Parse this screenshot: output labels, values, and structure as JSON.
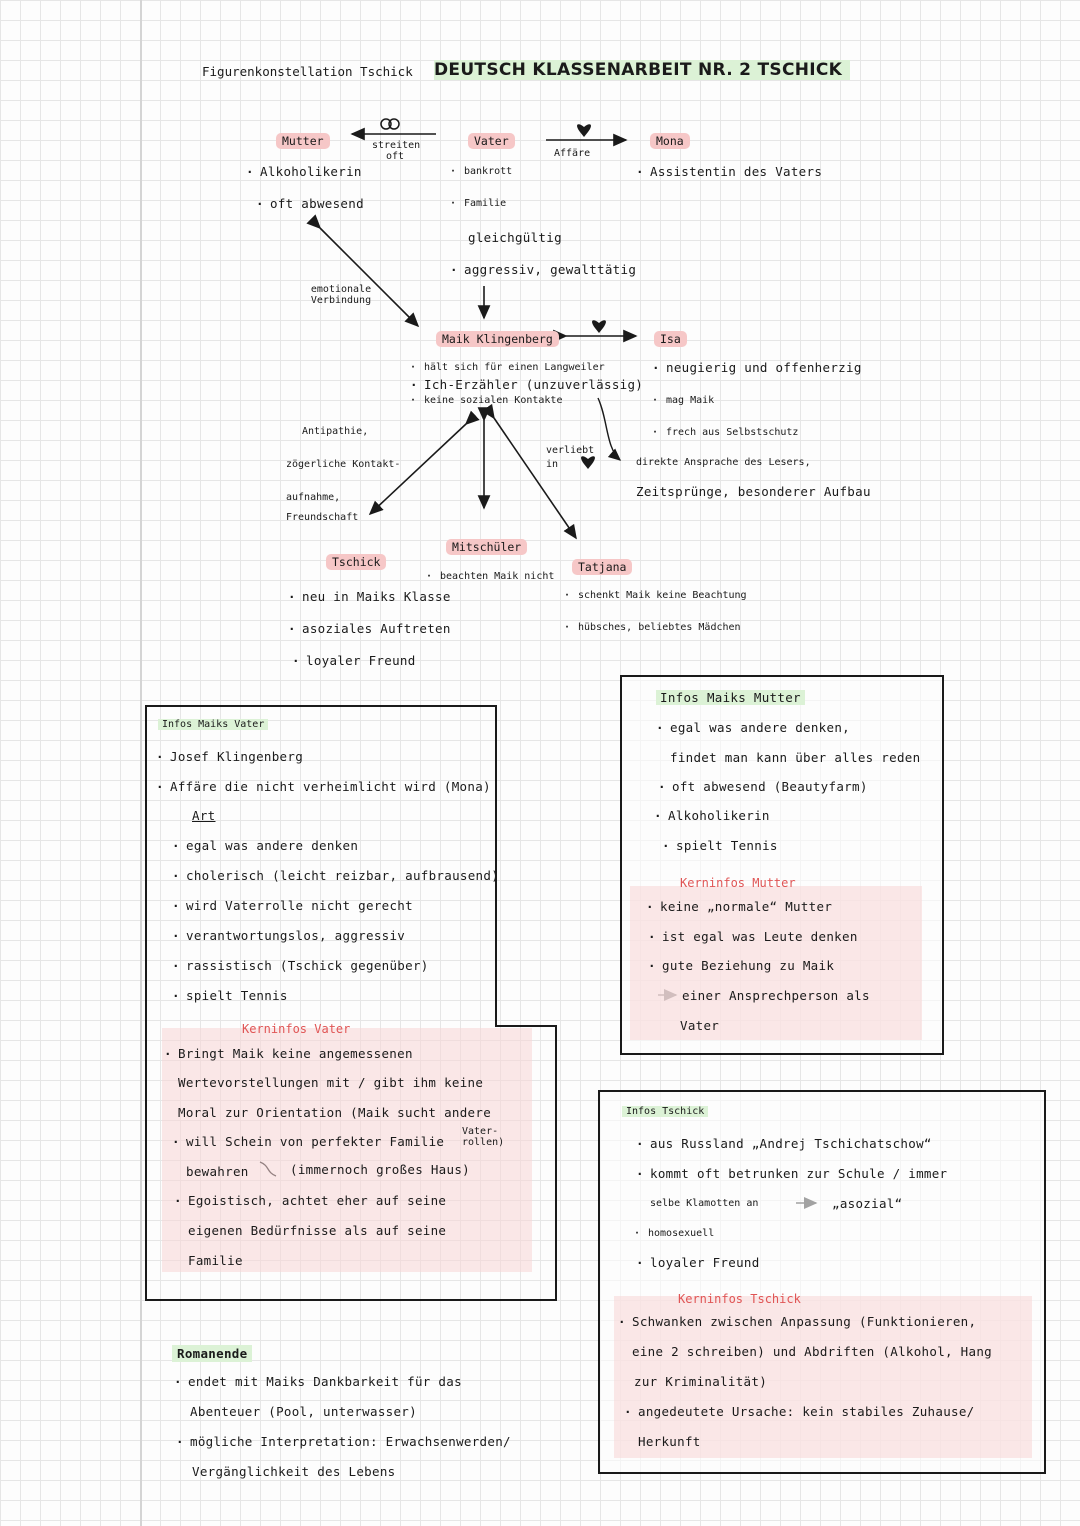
{
  "header": {
    "subtitle": "Figurenkonstellation Tschick",
    "title": "DEUTSCH KLASSENARBEIT NR. 2 TSCHICK"
  },
  "diagram": {
    "mutter": {
      "label": "Mutter",
      "traits": [
        "Alkoholikerin",
        "oft abwesend"
      ]
    },
    "rel_mutter_vater": "streiten oft",
    "vater": {
      "label": "Vater",
      "traits": [
        "bankrott",
        "Familie",
        "gleichgültig",
        "aggressiv, gewalttätig"
      ]
    },
    "rel_vater_mona": "Affäre",
    "mona": {
      "label": "Mona",
      "traits": [
        "Assistentin des Vaters"
      ]
    },
    "rel_mutter_maik": "emotionale Verbindung",
    "maik": {
      "label": "Maik Klingenberg",
      "traits": [
        "hält sich für einen Langweiler",
        "Ich-Erzähler (unzuverlässig)",
        "keine sozialen Kontakte"
      ]
    },
    "isa": {
      "label": "Isa",
      "traits": [
        "neugierig und offenherzig",
        "mag Maik",
        "frech aus Selbstschutz"
      ]
    },
    "erzaehl": [
      "direkte Ansprache des Lesers,",
      "Zeitsprünge, besonderer Aufbau"
    ],
    "rel_tschick": [
      "Antipathie,",
      "zögerliche Kontakt-",
      "aufnahme,",
      "Freundschaft"
    ],
    "rel_tatjana": "verliebt in",
    "mitschueler": {
      "label": "Mitschüler",
      "traits": [
        "beachten Maik nicht"
      ]
    },
    "tschick": {
      "label": "Tschick",
      "traits": [
        "neu in Maiks Klasse",
        "asoziales Auftreten",
        "loyaler Freund"
      ]
    },
    "tatjana": {
      "label": "Tatjana",
      "traits": [
        "schenkt Maik keine Beachtung",
        "hübsches, beliebtes Mädchen"
      ]
    }
  },
  "vater_box": {
    "title": "Infos Maiks Vater",
    "items": [
      "Josef Klingenberg",
      "Affäre die nicht verheimlicht wird (Mona)"
    ],
    "art_label": "Art",
    "art_items": [
      "egal was andere denken",
      "cholerisch (leicht reizbar, aufbrausend)",
      "wird Vaterrolle nicht gerecht",
      "verantwortungslos, aggressiv",
      "rassistisch (Tschick gegenüber)",
      "spielt Tennis"
    ],
    "kern_title": "Kerninfos Vater",
    "kern_lines": [
      "Bringt Maik keine angemessenen",
      "Wertevorstellungen mit / gibt ihm keine",
      "Moral zur Orientation (Maik sucht andere",
      "will Schein von perfekter Familie",
      "bewahren",
      "Egoistisch, achtet eher auf seine",
      "eigenen Bedürfnisse als auf seine",
      "Familie"
    ],
    "vater_rollen": "Vater-\nrollen)",
    "haus": "(immernoch großes Haus)"
  },
  "mutter_box": {
    "title": "Infos Maiks Mutter",
    "lines": [
      "egal was andere denken,",
      "findet man kann über alles reden",
      "oft abwesend (Beautyfarm)",
      "Alkoholikerin",
      "spielt Tennis"
    ],
    "kern_title": "Kerninfos Mutter",
    "kern_lines": [
      "keine „normale“ Mutter",
      "ist egal was Leute denken",
      "gute Beziehung zu Maik",
      "einer Ansprechperson als",
      "Vater"
    ]
  },
  "tschick_box": {
    "title": "Infos Tschick",
    "lines": [
      "aus Russland „Andrej Tschichatschow“",
      "kommt oft betrunken zur Schule / immer",
      "selbe Klamotten an",
      "„asozial“",
      "homosexuell",
      "loyaler Freund"
    ],
    "kern_title": "Kerninfos Tschick",
    "kern_lines": [
      "Schwanken zwischen Anpassung (Funktionieren,",
      "eine 2 schreiben) und Abdriften (Alkohol, Hang",
      "zur Kriminalität)",
      "angedeutete Ursache: kein stabiles Zuhause/",
      "Herkunft"
    ]
  },
  "romanende": {
    "title": "Romanende",
    "lines": [
      "endet mit Maiks Dankbarkeit für das",
      "Abenteuer (Pool, unterwasser)",
      "mögliche Interpretation: Erwachsenwerden/",
      "Vergänglichkeit des Lebens"
    ]
  }
}
